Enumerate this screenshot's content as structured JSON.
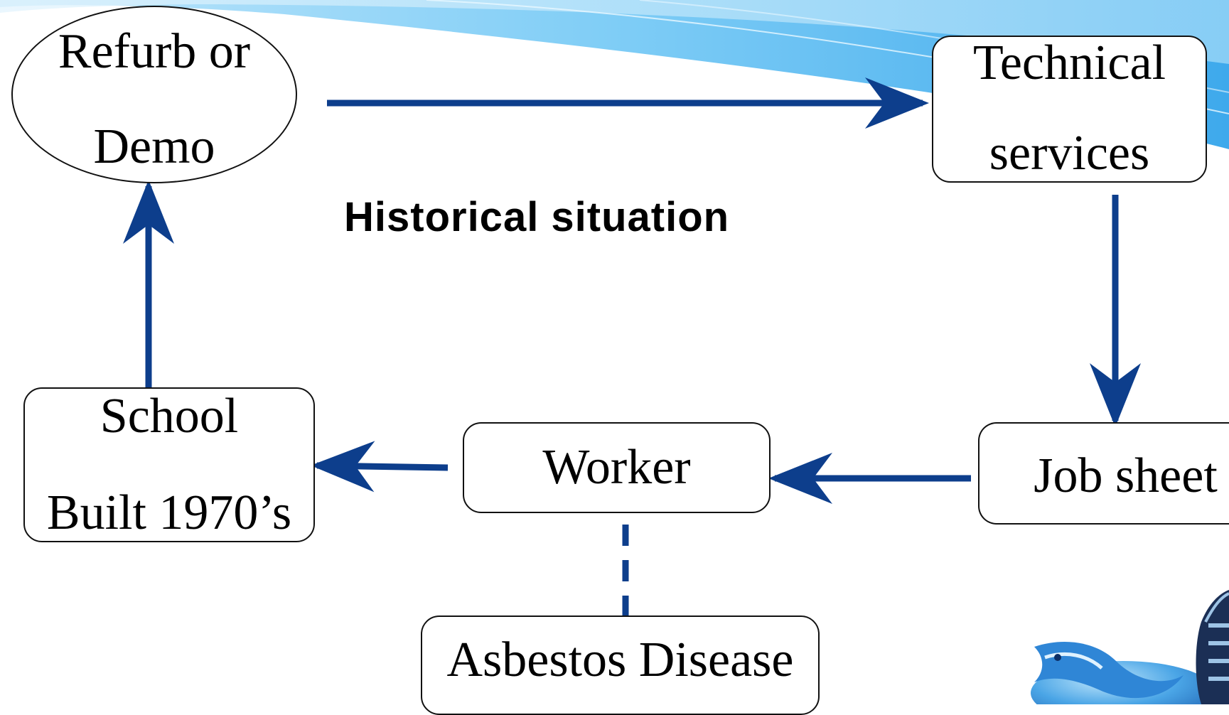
{
  "title": "Historical situation",
  "colors": {
    "arrow": "#0d3e8c",
    "box_border": "#111111",
    "banner_light": "#bfe6fb",
    "banner_mid": "#7fcdf6",
    "banner_dark": "#2e9fe8"
  },
  "nodes": {
    "refurb": {
      "line1": "Refurb or",
      "line2": "Demo",
      "shape": "ellipse"
    },
    "technical": {
      "line1": "Technical",
      "line2": "services",
      "shape": "rounded-rect"
    },
    "job_sheet": {
      "label": "Job sheet",
      "shape": "rounded-rect"
    },
    "worker": {
      "label": "Worker",
      "shape": "rounded-rect"
    },
    "school": {
      "line1": "School",
      "line2": "Built 1970’s",
      "shape": "rounded-rect"
    },
    "asbestos": {
      "label": "Asbestos Disease",
      "shape": "rounded-rect"
    }
  },
  "edges": [
    {
      "from": "refurb",
      "to": "technical",
      "style": "solid-arrow"
    },
    {
      "from": "technical",
      "to": "job_sheet",
      "style": "solid-arrow"
    },
    {
      "from": "job_sheet",
      "to": "worker",
      "style": "solid-arrow"
    },
    {
      "from": "worker",
      "to": "school",
      "style": "solid-arrow"
    },
    {
      "from": "school",
      "to": "refurb",
      "style": "solid-arrow"
    },
    {
      "from": "worker",
      "to": "asbestos",
      "style": "dashed-line"
    }
  ],
  "logo": {
    "icon": "dolphin-logo-icon"
  }
}
